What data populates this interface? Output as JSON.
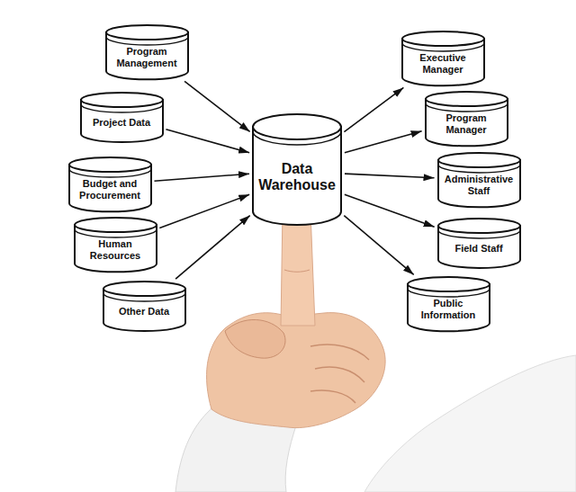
{
  "diagram": {
    "nodes": [
      {
        "text": [
          "Program Management"
        ]
      },
      {
        "text": [
          "Project Data"
        ]
      },
      {
        "text": [
          "Budget and Procurement"
        ]
      },
      {
        "text": [
          "Human Resources"
        ]
      },
      {
        "text": [
          "Other Data"
        ]
      },
      {
        "text": [
          "Data Warehouse"
        ]
      },
      {
        "text": [
          "Executive Manager"
        ]
      },
      {
        "text": [
          "Program Manager"
        ]
      },
      {
        "text": [
          "Administrative Staff"
        ]
      },
      {
        "text": [
          "Field Staff"
        ]
      },
      {
        "text": [
          "Public Information"
        ]
      }
    ],
    "edges": [
      {
        "from": 0,
        "to": 5,
        "arrow": "to"
      },
      {
        "from": 1,
        "to": 5,
        "arrow": "to"
      },
      {
        "from": 2,
        "to": 5,
        "arrow": "to"
      },
      {
        "from": 3,
        "to": 5,
        "arrow": "to"
      },
      {
        "from": 4,
        "to": 5,
        "arrow": "to"
      },
      {
        "from": 5,
        "to": 6,
        "arrow": "to"
      },
      {
        "from": 5,
        "to": 7,
        "arrow": "to"
      },
      {
        "from": 5,
        "to": 8,
        "arrow": "to"
      },
      {
        "from": 5,
        "to": 9,
        "arrow": "to"
      },
      {
        "from": 5,
        "to": 10,
        "arrow": "to"
      }
    ]
  }
}
